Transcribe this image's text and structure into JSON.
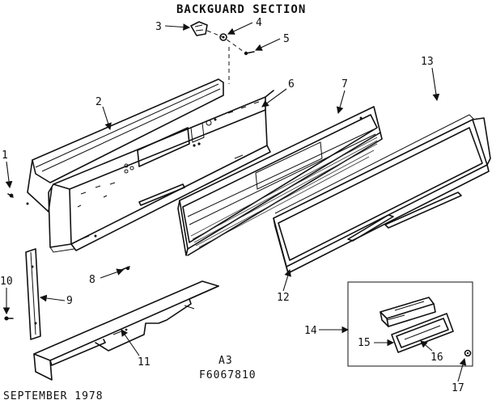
{
  "title": "BACKGUARD SECTION",
  "footer": {
    "date": "SEPTEMBER 1978",
    "code_line1": "A3",
    "code_line2": "F6067810"
  },
  "callouts": [
    "1",
    "2",
    "3",
    "4",
    "5",
    "6",
    "7",
    "8",
    "9",
    "10",
    "11",
    "12",
    "13",
    "14",
    "15",
    "16",
    "17"
  ]
}
